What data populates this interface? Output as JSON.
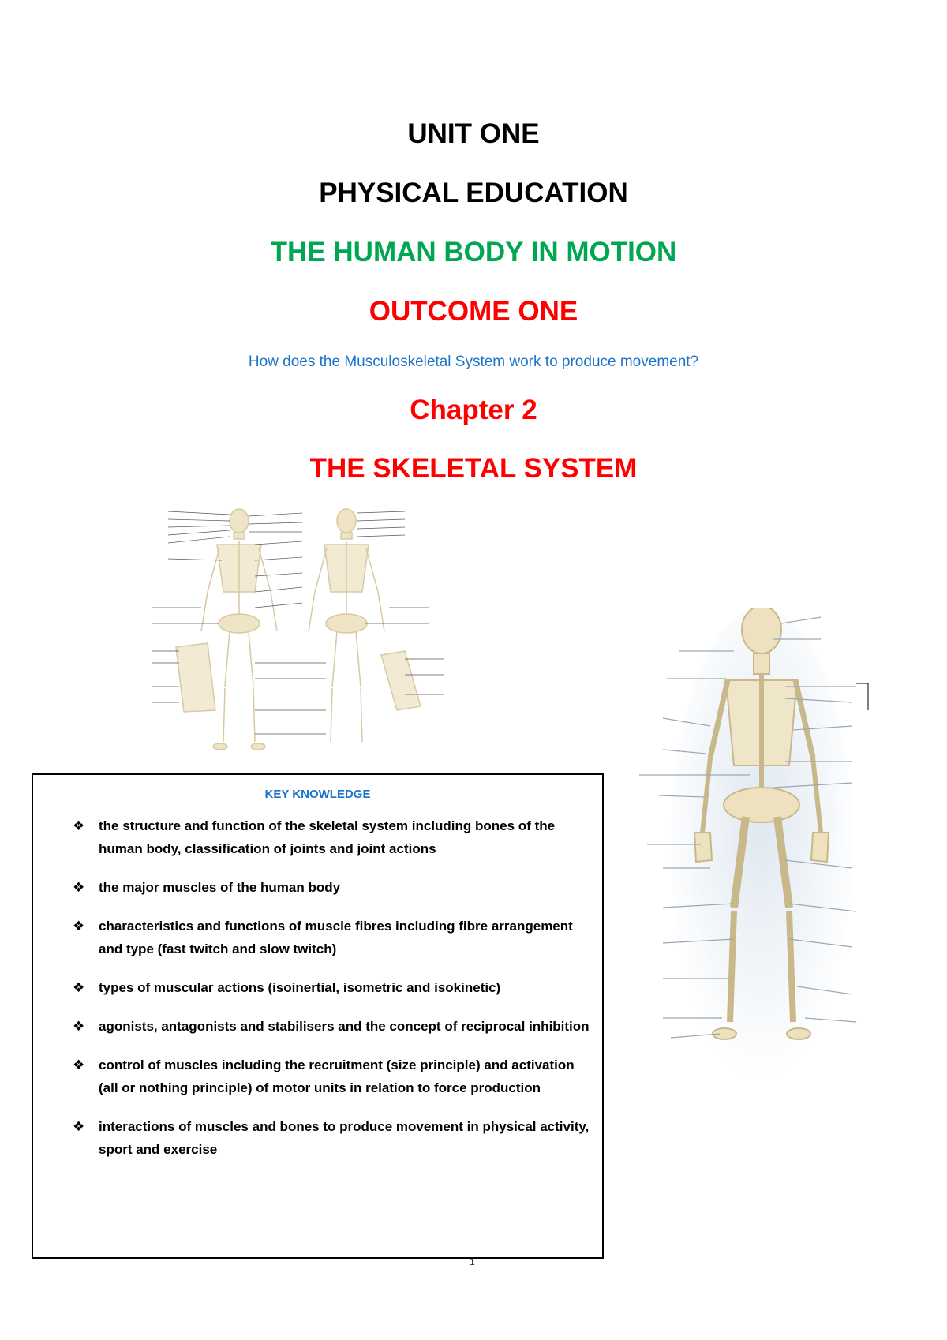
{
  "titles": {
    "unit": "UNIT ONE",
    "subject": "PHYSICAL EDUCATION",
    "topic": "THE HUMAN BODY IN MOTION",
    "outcome": "OUTCOME ONE",
    "question": "How does the Musculoskeletal System work to produce movement?",
    "chapter": "Chapter 2",
    "chapter_title": "THE SKELETAL SYSTEM"
  },
  "colors": {
    "green": "#00a651",
    "red": "#ff0000",
    "blue": "#1a73c9"
  },
  "key_knowledge": {
    "title": "KEY KNOWLEDGE",
    "bullet_icon": "diamond-bullet-icon",
    "items": [
      "the structure and function of the skeletal system including bones of the human body, classification of joints and joint actions",
      "the major muscles of the human body",
      "characteristics and functions of muscle fibres including fibre arrangement and type (fast twitch and slow twitch)",
      "types of muscular actions (isoinertial, isometric and isokinetic)",
      "agonists, antagonists and stabilisers and the concept of reciprocal inhibition",
      "control of muscles including the recruitment (size principle) and activation (all or nothing principle) of motor units in relation to force production",
      "interactions of muscles and bones to produce movement in physical activity, sport and exercise"
    ]
  },
  "page_number": "1"
}
